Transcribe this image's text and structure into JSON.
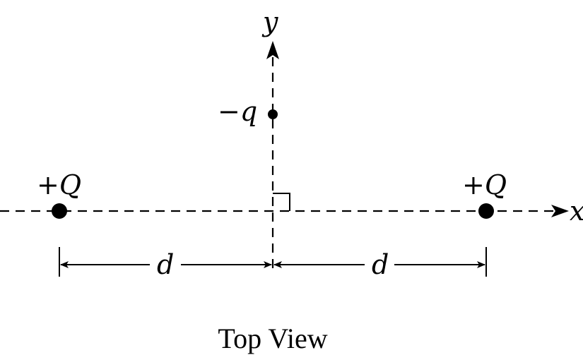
{
  "diagram": {
    "axis_labels": {
      "x": "x",
      "y": "y"
    },
    "charges": {
      "test": {
        "label": "−q"
      },
      "left": {
        "label": "+Q"
      },
      "right": {
        "label": "+Q"
      }
    },
    "distances": {
      "left": "d",
      "right": "d"
    },
    "caption": "Top View",
    "colors": {
      "ink": "#000000",
      "background": "#ffffff"
    }
  }
}
